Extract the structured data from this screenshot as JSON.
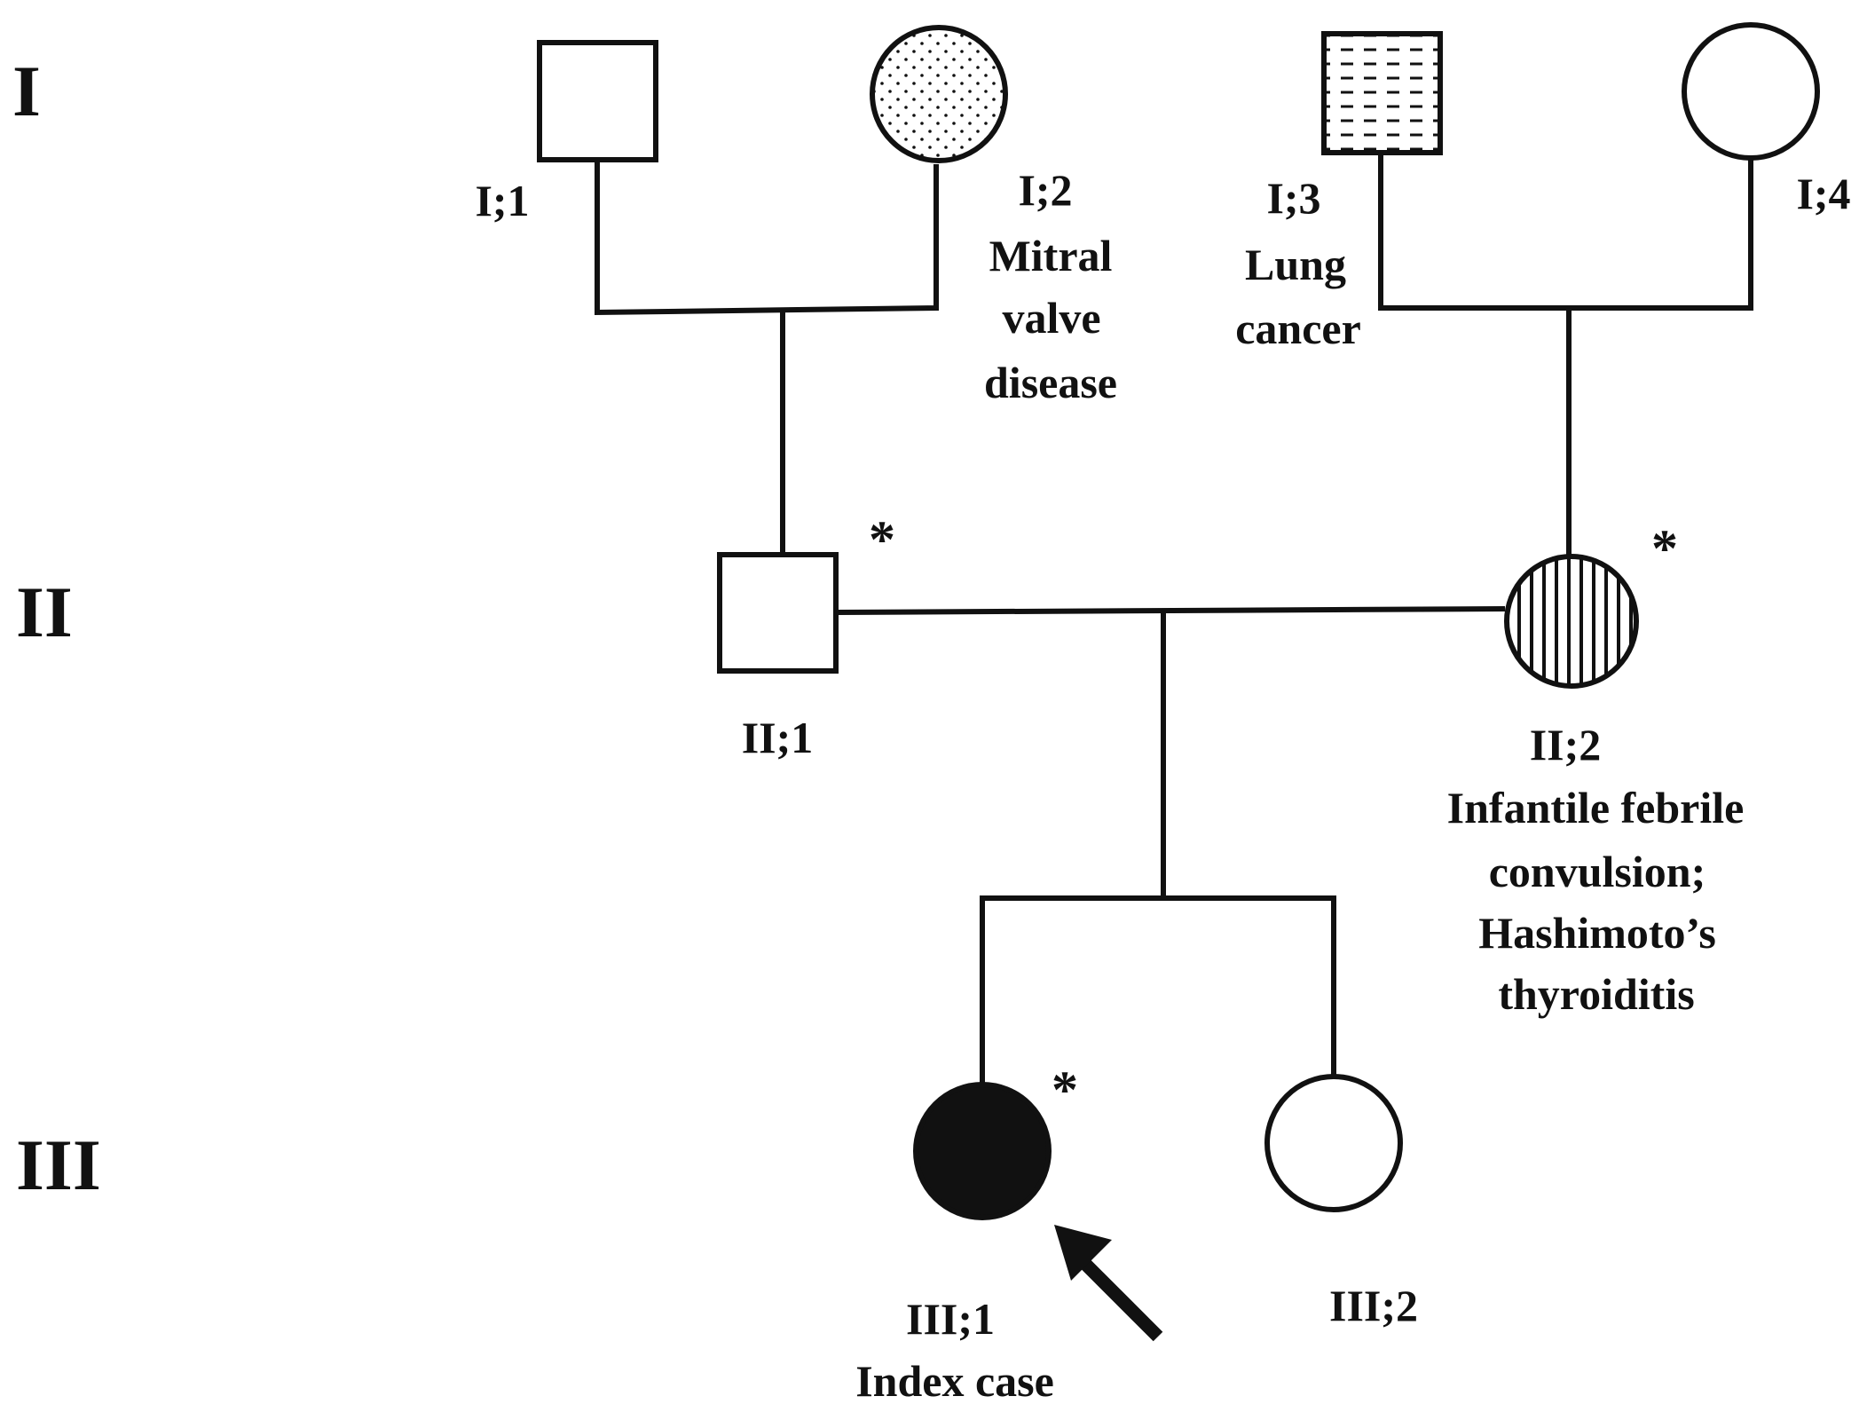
{
  "generations": [
    "I",
    "II",
    "III"
  ],
  "individuals": {
    "I1": {
      "id": "I;1",
      "sex": "male",
      "affected": false,
      "fill": "none",
      "notes": []
    },
    "I2": {
      "id": "I;2",
      "sex": "female",
      "affected": true,
      "fill": "dotted",
      "notes": [
        "Mitral",
        "valve",
        "disease"
      ]
    },
    "I3": {
      "id": "I;3",
      "sex": "male",
      "affected": true,
      "fill": "dashed",
      "notes": [
        "Lung",
        "cancer"
      ]
    },
    "I4": {
      "id": "I;4",
      "sex": "female",
      "affected": false,
      "fill": "none",
      "notes": []
    },
    "II1": {
      "id": "II;1",
      "sex": "male",
      "affected": false,
      "fill": "none",
      "marker": "*",
      "notes": []
    },
    "II2": {
      "id": "II;2",
      "sex": "female",
      "affected": true,
      "fill": "vertical-stripes",
      "marker": "*",
      "notes": [
        "Infantile febrile",
        "convulsion;",
        "Hashimoto’s",
        "thyroiditis"
      ]
    },
    "III1": {
      "id": "III;1",
      "sex": "female",
      "affected": true,
      "fill": "solid",
      "marker": "*",
      "proband": true,
      "notes": [
        "Index case"
      ]
    },
    "III2": {
      "id": "III;2",
      "sex": "female",
      "affected": false,
      "fill": "none",
      "notes": []
    }
  },
  "colors": {
    "ink": "#111111",
    "background": "#ffffff"
  }
}
